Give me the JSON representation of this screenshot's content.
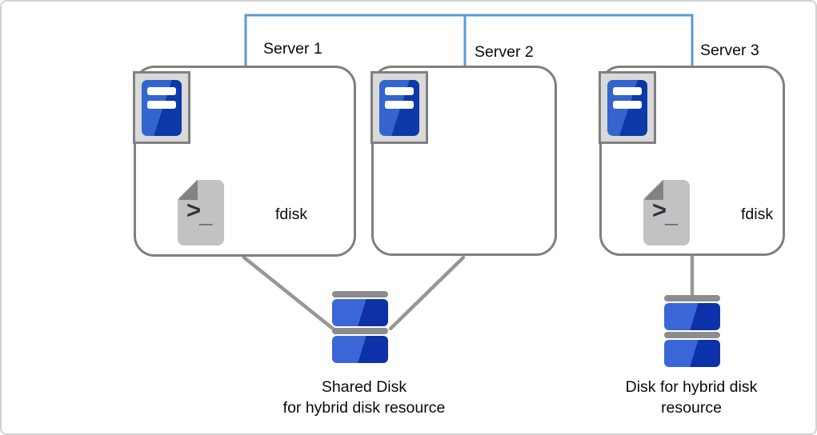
{
  "diagram_title": "",
  "servers": [
    {
      "label": "Server 1",
      "has_fdisk": true
    },
    {
      "label": "Server 2",
      "has_fdisk": false
    },
    {
      "label": "Server 3",
      "has_fdisk": true
    }
  ],
  "fdisk_label": "fdisk",
  "disks": [
    {
      "name": "shared",
      "caption_line1": "Shared Disk",
      "caption_line2": "for hybrid disk resource"
    },
    {
      "name": "single",
      "caption_line1": "Disk for hybrid disk",
      "caption_line2": "resource"
    }
  ],
  "icons": {
    "server_icon": "server-tower",
    "fdisk_icon": "terminal-script-file",
    "disk_icon": "disk-stack",
    "terminal_prompt": ">",
    "terminal_underscore": "_"
  },
  "colors": {
    "network_line": "#5b9bd5",
    "connector_line": "#979797",
    "box_border": "#7f7f7f",
    "server_blue_light": "#3465cf",
    "server_blue_dark": "#0c38a8",
    "disk_blue_light": "#3a66d8",
    "disk_blue_dark": "#0d31a8",
    "disk_cap_gray": "#8c8c8c",
    "doc_gray": "#c2c2c2",
    "doc_fold_gray": "#828282",
    "icon_frame_gray": "#d9d9d9"
  }
}
